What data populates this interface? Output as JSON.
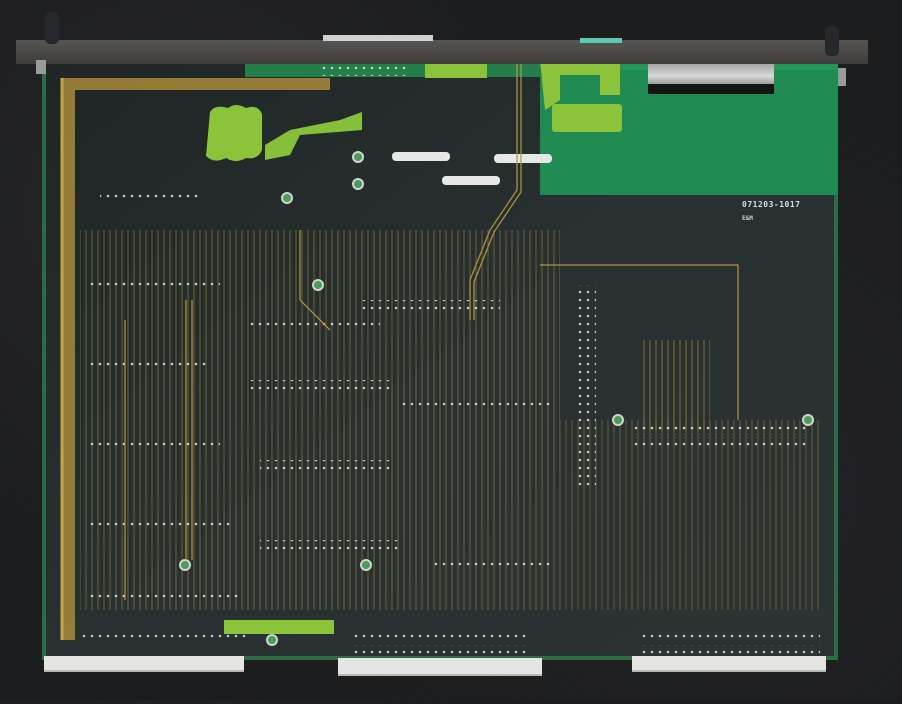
{
  "scene": {
    "subject": "Printed circuit board, solder side, with metal front-panel rail",
    "background": "dark carpet surface",
    "colors": {
      "background": "#1c1d1f",
      "board_dark": "#23292a",
      "board_green": "#1f8a52",
      "copper_pad_green": "#8bc43a",
      "trace_gold": "#b99a3c",
      "front_rail": "#4a4848",
      "connector_white": "#e4e4e2",
      "slot_white": "#e8eaea",
      "tab_teal": "#5fc9b0"
    }
  },
  "board": {
    "part_number": "071203-1017",
    "logo": "E&M"
  }
}
